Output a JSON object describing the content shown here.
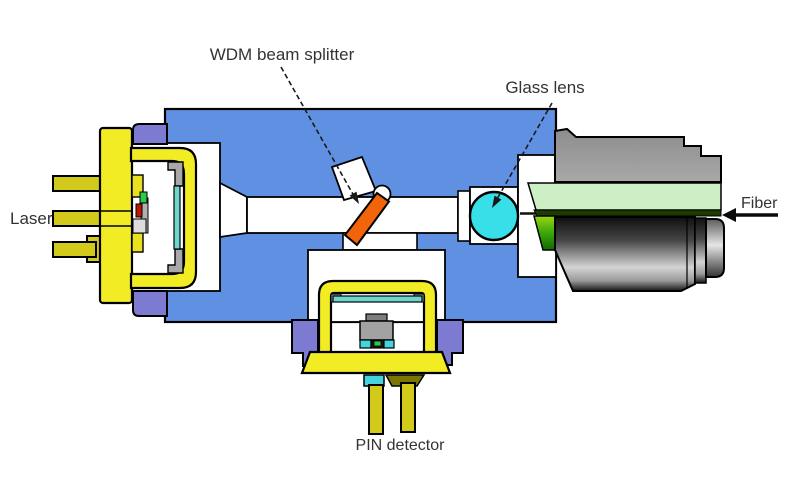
{
  "labels": {
    "wdm": "WDM beam splitter",
    "glass_lens": "Glass lens",
    "laser": "Laser",
    "fiber": "Fiber",
    "pin": "PIN detector"
  },
  "colors": {
    "housing_blue": "#6090e2",
    "mount_purple": "#7d7ad2",
    "package_yellow": "#f2ec24",
    "pin_olive": "#d2ca1a",
    "feedthrough_yellow": "#e8e020",
    "splitter_orange": "#f2640a",
    "lens_cyan": "#38dfe8",
    "window_teal": "#6fd6cf",
    "insulator_cyan": "#45d4de",
    "sleeve_pale_green": "#cdefc5",
    "fiber_dark_green": "#1d3a00",
    "chip_gray": "#a2a2a2",
    "chip_dark_gray": "#7e7e7e",
    "chip_green": "#2fc94a",
    "chip_red": "#c01800",
    "pad_dark": "#1a1a1a",
    "base_step_olive": "#7a7600",
    "cavity_white": "#ffffff",
    "label_text": "#333333",
    "line_black": "#111111"
  }
}
